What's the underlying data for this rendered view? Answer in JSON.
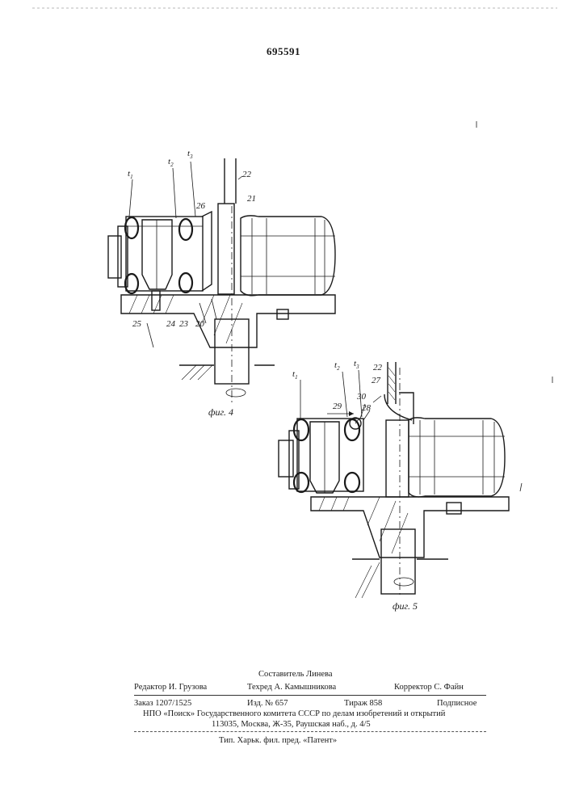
{
  "header": {
    "patent_number": "695591"
  },
  "figure4": {
    "caption": "фиг. 4",
    "labels": {
      "t1": "t",
      "t1_sub": "1",
      "t2": "t",
      "t2_sub": "2",
      "t3": "t",
      "t3_sub": "3",
      "n22": "22",
      "n21": "21",
      "n26": "26",
      "n25": "25",
      "n24": "24",
      "n23": "23",
      "n20": "20"
    }
  },
  "figure5": {
    "caption": "фиг. 5",
    "labels": {
      "t1": "t",
      "t1_sub": "1",
      "t2": "t",
      "t2_sub": "2",
      "t3": "t",
      "t3_sub": "3",
      "n22": "22",
      "n27": "27",
      "n29": "29",
      "n30": "30",
      "n28": "28"
    }
  },
  "colophon": {
    "compiler": "Составитель Линева",
    "editor": "Редактор  И.  Грузова",
    "techred": "Техред  А.  Камышникова",
    "corrector": "Корректор  С.  Файн",
    "order": "Заказ  1207/1525",
    "edition": "Изд.  №  657",
    "circulation": "Тираж  858",
    "subscription": "Подписное",
    "org_line": "НПО «Поиск» Государственного комитета СССР по делам изобретений и открытий",
    "address": "113035, Москва, Ж-35, Раушская наб., д. 4/5",
    "printer": "Тип. Харьк. фил. пред. «Патент»"
  }
}
